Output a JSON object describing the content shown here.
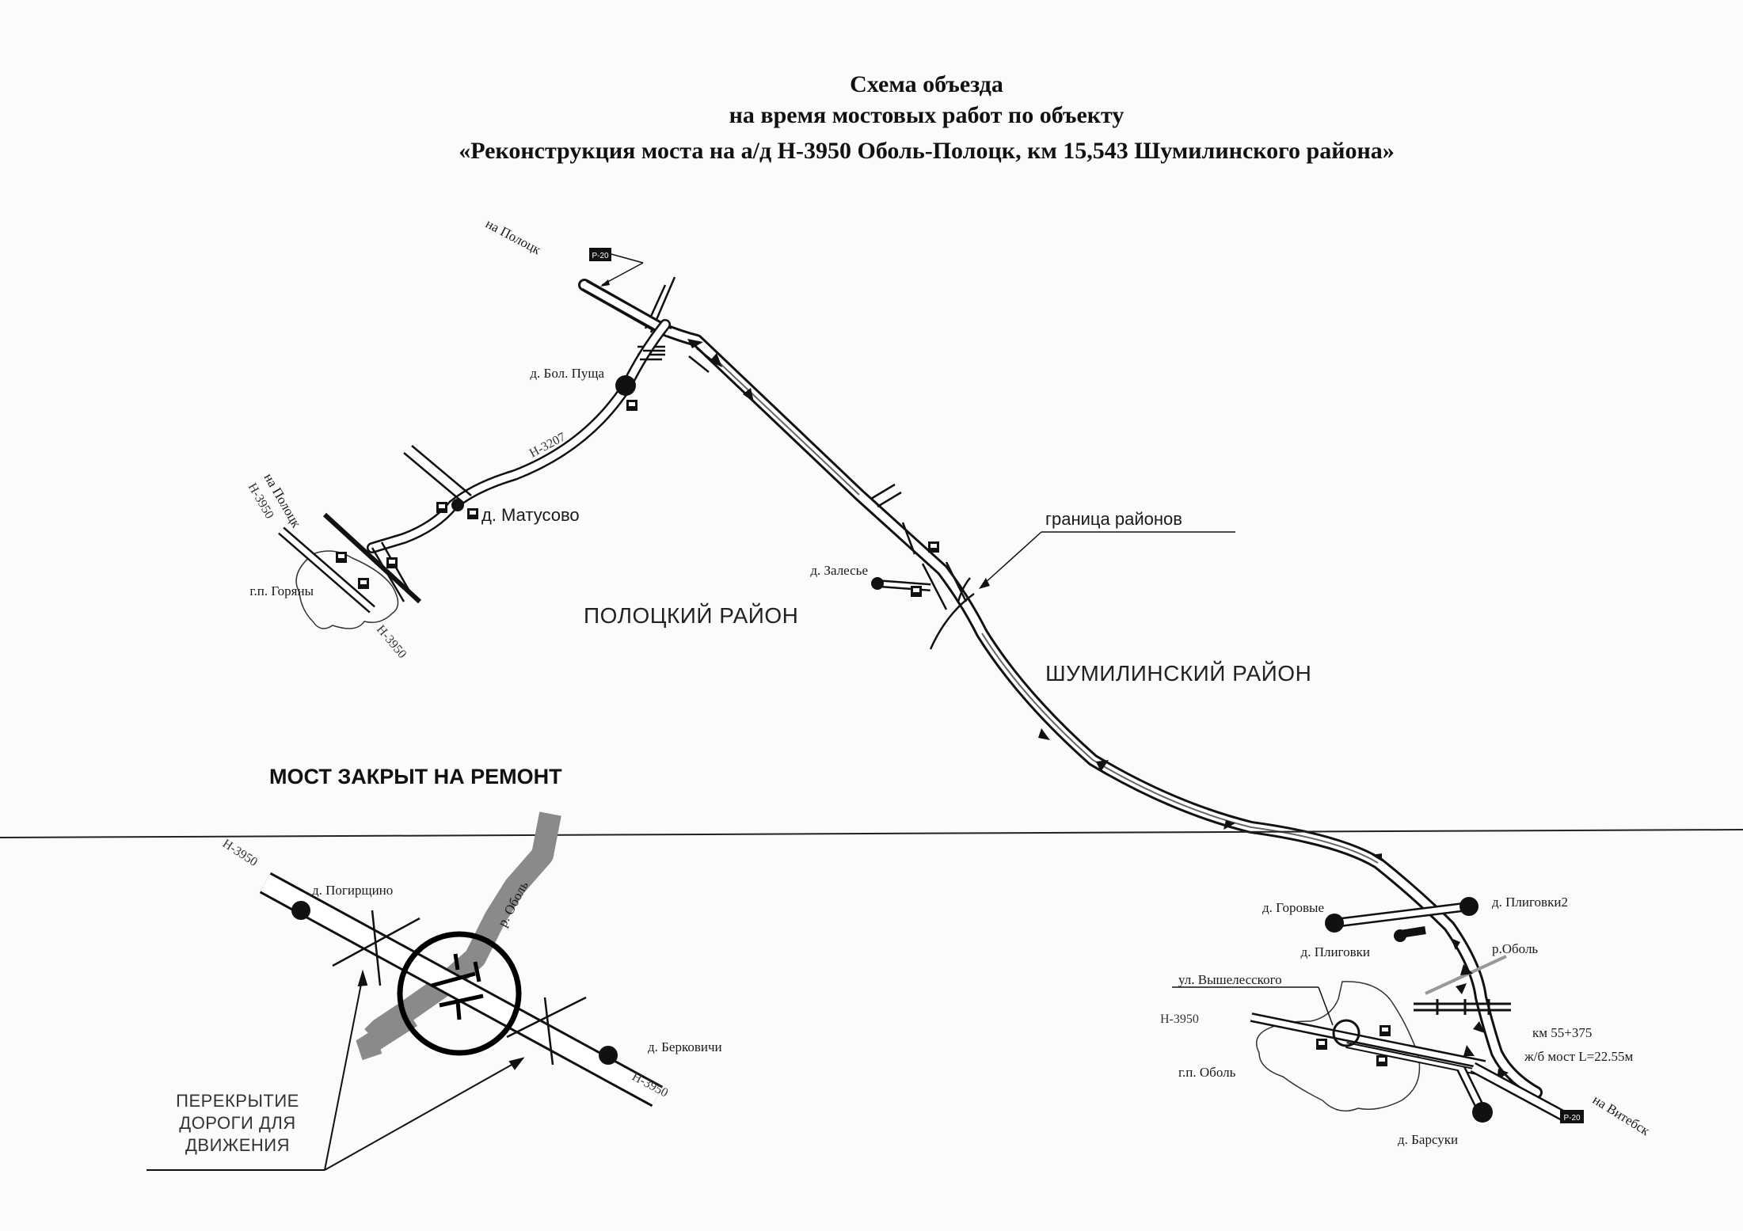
{
  "title": {
    "line1": "Схема объезда",
    "line2": "на время мостовых работ по объекту",
    "line3": "«Реконструкция моста на а/д Н-3950 Оболь-Полоцк, км 15,543 Шумилинского района»"
  },
  "regions": {
    "polotsk": "ПОЛОЦКИЙ РАЙОН",
    "shumilino": "ШУМИЛИНСКИЙ РАЙОН",
    "boundary_label": "граница районов"
  },
  "directions": {
    "to_polotsk_top": "на Полоцк",
    "to_polotsk_left": "на Полоцк",
    "to_vitebsk": "на Витебск"
  },
  "road_signs": {
    "p20_top": "Р-20",
    "p20_bottom": "Р-20"
  },
  "road_labels": {
    "h3207": "Н-3207",
    "h3950_left_top": "Н-3950",
    "h3950_left_bottom": "Н-3950",
    "h3950_obol": "Н-3950",
    "h3950_inset_top": "Н-3950",
    "h3950_inset_bottom": "Н-3950"
  },
  "settlements": {
    "bol_pushcha": "д. Бол. Пуща",
    "matusovo": "д. Матусово",
    "goryany": "г.п. Горяны",
    "zalesye": "д. Залесье",
    "gorovye": "д. Горовые",
    "pligovki2": "д. Плиговки2",
    "pligovki": "д. Плиговки",
    "obol_river": "р.Оболь",
    "vysheleskogo": "ул. Вышелесского",
    "obol_town": "г.п. Оболь",
    "barsuki": "д. Барсуки"
  },
  "bridge_info": {
    "km": "км 55+375",
    "rail_bridge": "ж/б мост L=22.55м"
  },
  "inset": {
    "closed_title": "МОСТ ЗАКРЫТ НА РЕМОНТ",
    "pogirshchino": "д. Погирщино",
    "berkovichi": "д. Берковичи",
    "river": "р. Оболь",
    "legend_line1": "ПЕРЕКРЫТИЕ",
    "legend_line2": "ДОРОГИ ДЛЯ",
    "legend_line3": "ДВИЖЕНИЯ"
  },
  "colors": {
    "road_fill": "#ffffff",
    "road_edge": "#111111",
    "river": "#8a8a8a",
    "dot": "#111111"
  }
}
